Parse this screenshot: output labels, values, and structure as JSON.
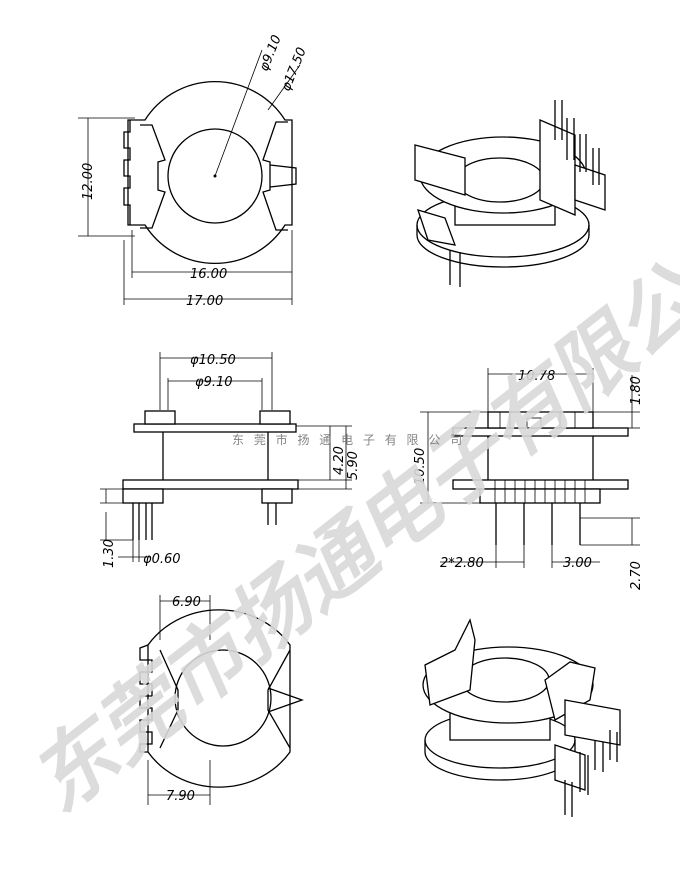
{
  "dimensions": {
    "top_view": {
      "inner_diameter": "φ9.10",
      "outer_diameter": "φ17.50",
      "height": "12.00",
      "inner_width": "16.00",
      "overall_width": "17.00"
    },
    "front_view": {
      "flange_diameter": "φ10.50",
      "core_diameter": "φ9.10",
      "height_1": "4.20",
      "height_2": "5.90",
      "pin_length": "1.30",
      "pin_diameter": "φ0.60"
    },
    "side_view": {
      "width": "10.78",
      "top_offset": "1.80",
      "total_height": "10.50",
      "pin_pitch_label": "2*2.80",
      "pin_spacing": "3.00",
      "pin_length": "2.70"
    },
    "bottom_view": {
      "top_width": "6.90",
      "bottom_width": "7.90"
    }
  },
  "watermark": {
    "company_large": "东莞市扬通电子有限公司",
    "company_small": "东 莞 市 扬 通 电 子 有 限 公 司"
  }
}
